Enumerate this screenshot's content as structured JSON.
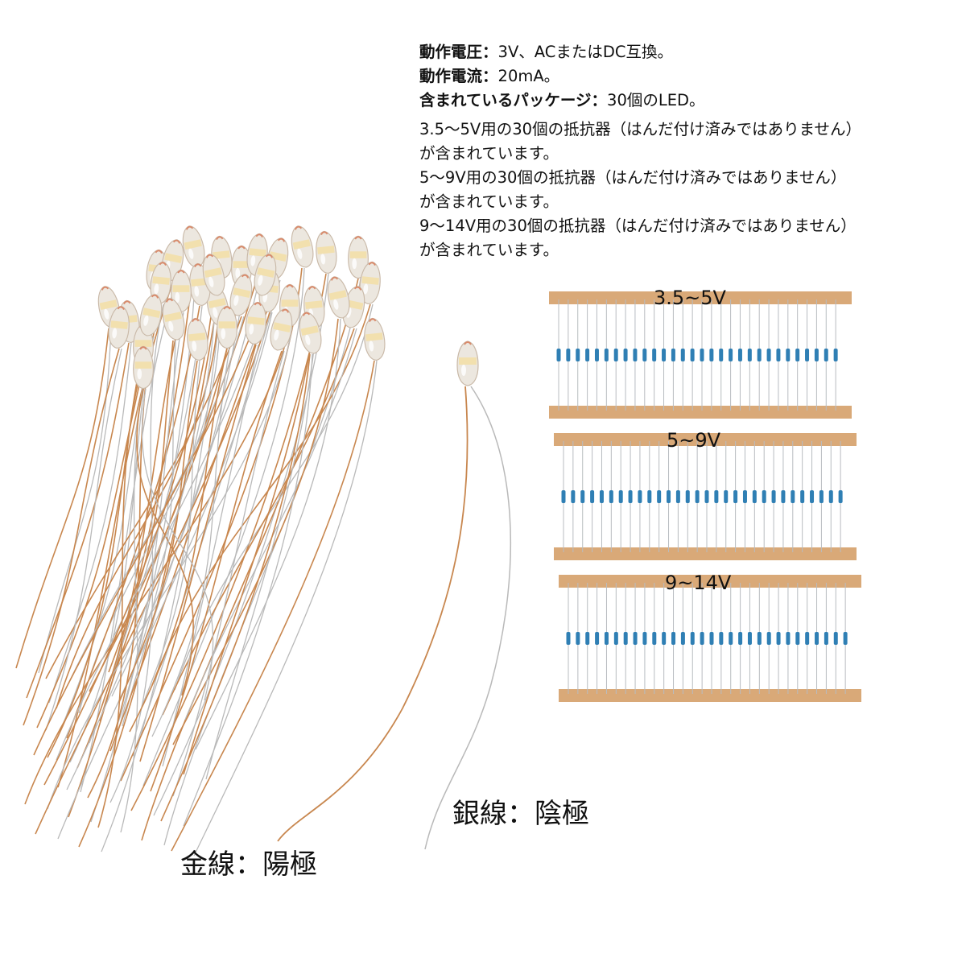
{
  "specs": [
    {
      "key": "動作電圧",
      "sep": "：",
      "value": "3V、ACまたはDC互換。"
    },
    {
      "key": "動作電流",
      "sep": "：",
      "value": "20mA。"
    },
    {
      "key": "含まれているパッケージ",
      "sep": "：",
      "value": "30個のLED。"
    }
  ],
  "notes": [
    "3.5～5V用の30個の抵抗器（はんだ付け済みではありません）",
    "が含まれています。",
    "5～9V用の30個の抵抗器（はんだ付け済みではありません）",
    "が含まれています。",
    "9～14V用の30個の抵抗器（はんだ付け済みではありません）",
    "が含まれています。"
  ],
  "resistor_strips": [
    {
      "label": "3.5~5V",
      "count": 30
    },
    {
      "label": "5~9V",
      "count": 30
    },
    {
      "label": "9~14V",
      "count": 30
    }
  ],
  "wire_labels": {
    "anode": "金線：陽極",
    "cathode": "銀線：陰極"
  },
  "colors": {
    "gold_wire": "#c8874f",
    "silver_wire": "#b9b9b9",
    "tape": "#d9a978",
    "resistor_body": "#2f7fb4"
  }
}
